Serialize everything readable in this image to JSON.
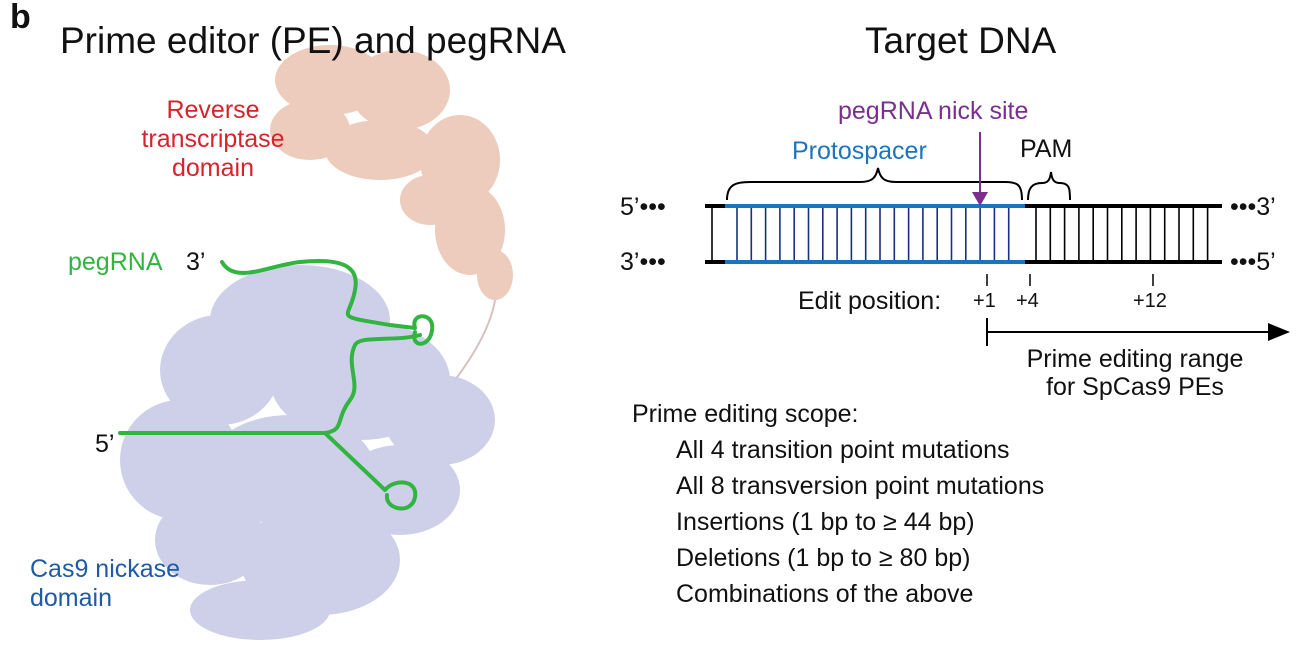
{
  "panel_label": "b",
  "left_title": "Prime editor (PE) and pegRNA",
  "right_title": "Target DNA",
  "left_panel": {
    "rt_domain_label": [
      "Reverse",
      "transcriptase",
      "domain"
    ],
    "cas9_domain_label": [
      "Cas9 nickase",
      "domain"
    ],
    "pegrna_label": "pegRNA",
    "pegrna_3prime": "3’",
    "pegrna_5prime": "5’"
  },
  "target_dna": {
    "protospacer_label": "Protospacer",
    "nick_site_label": "pegRNA nick site",
    "pam_label": "PAM",
    "top_strand_left": "5’•••",
    "top_strand_right": "•••3’",
    "bottom_strand_left": "3’•••",
    "bottom_strand_right": "•••5’",
    "edit_position_label": "Edit position:",
    "edit_ticks": [
      "+1",
      "+4",
      "+12"
    ],
    "range_label": [
      "Prime editing range",
      "for SpCas9 PEs"
    ]
  },
  "scope": {
    "title": "Prime editing scope:",
    "items": [
      "All 4 transition point mutations",
      "All 8 transversion point mutations",
      "Insertions (1 bp to ≥ 44 bp)",
      "Deletions (1 bp to ≥ 80 bp)",
      "Combinations of the above"
    ]
  },
  "colors": {
    "rt_domain": "#d7232b",
    "rt_structure": "#eac2b2",
    "cas9_domain": "#1f5aa6",
    "cas9_structure": "#c9cbe8",
    "pegrna": "#32b441",
    "protospacer": "#1c75bc",
    "nick_site": "#7a2f8f"
  }
}
